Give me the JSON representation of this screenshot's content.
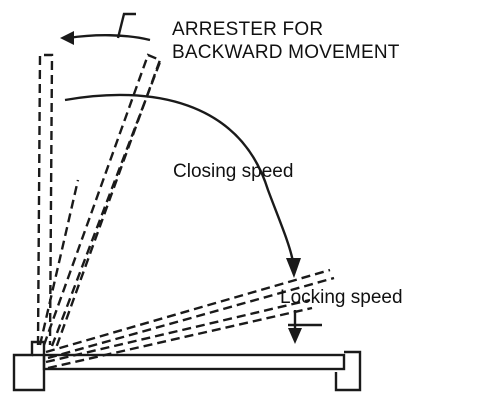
{
  "labels": {
    "arrester": "ARRESTER FOR\nBACKWARD MOVEMENT",
    "arrester_line1": "ARRESTER FOR",
    "arrester_line2": "BACKWARD MOVEMENT",
    "closing": "Closing speed",
    "locking": "Locking speed"
  }
}
